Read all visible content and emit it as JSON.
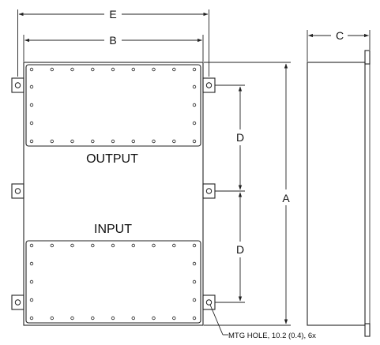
{
  "labels": {
    "dim_e": "E",
    "dim_b": "B",
    "dim_c": "C",
    "dim_d_top": "D",
    "dim_d_bottom": "D",
    "dim_a": "A",
    "section_output": "OUTPUT",
    "section_input": "INPUT",
    "note_mounting_hole": "MTG HOLE, 10.2 (0.4), 6x"
  },
  "colors": {
    "stroke": "#222222",
    "background": "#ffffff",
    "text": "#111111"
  }
}
